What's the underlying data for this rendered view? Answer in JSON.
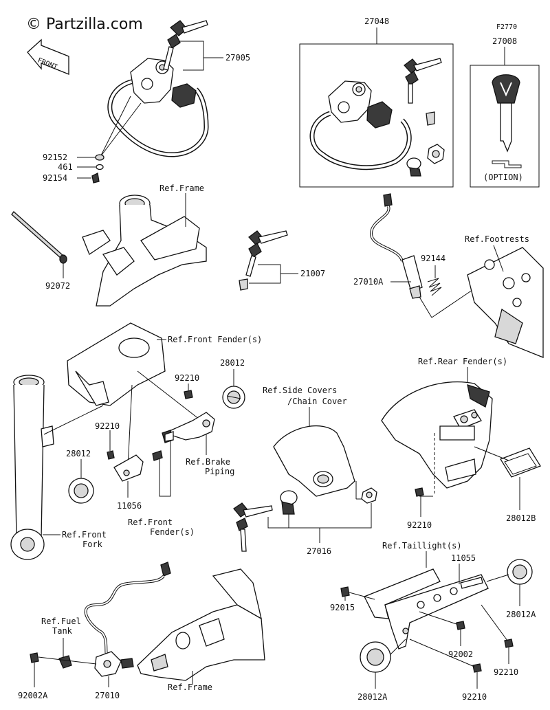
{
  "watermark": "© Partzilla.com",
  "front_arrow_label": "FRONT",
  "labels": {
    "p27005": "27005",
    "p27048": "27048",
    "pF2770": "F2770",
    "p27008": "27008",
    "option": "(OPTION)",
    "p92152": "92152",
    "p461": "461",
    "p92154": "92154",
    "ref_frame_top": "Ref.Frame",
    "p92072": "92072",
    "p21007": "21007",
    "ref_footrests": "Ref.Footrests",
    "p92144": "92144",
    "p27010A": "27010A",
    "ref_front_fender_top": "Ref.Front Fender(s)",
    "p28012_top": "28012",
    "p92210_a": "92210",
    "p92210_b": "92210",
    "p28012_left": "28012",
    "ref_brake_1": "Ref.Brake",
    "ref_brake_2": "Piping",
    "p11056": "11056",
    "ref_front_fender_b1": "Ref.Front",
    "ref_front_fender_b2": "Fender(s)",
    "ref_front_fork_1": "Ref.Front",
    "ref_front_fork_2": "Fork",
    "ref_side_covers_1": "Ref.Side Covers",
    "ref_side_covers_2": "/Chain Cover",
    "p27016": "27016",
    "ref_rear_fender": "Ref.Rear Fender(s)",
    "p92210_c": "92210",
    "p28012B": "28012B",
    "ref_taillight": "Ref.Taillight(s)",
    "p11055": "11055",
    "p92015": "92015",
    "p28012A_r": "28012A",
    "p92002": "92002",
    "p92210_d": "92210",
    "p28012A_b": "28012A",
    "p92210_e": "92210",
    "ref_fuel_tank_1": "Ref.Fuel",
    "ref_fuel_tank_2": "Tank",
    "p92002A": "92002A",
    "p27010": "27010",
    "ref_frame_bottom": "Ref.Frame"
  }
}
